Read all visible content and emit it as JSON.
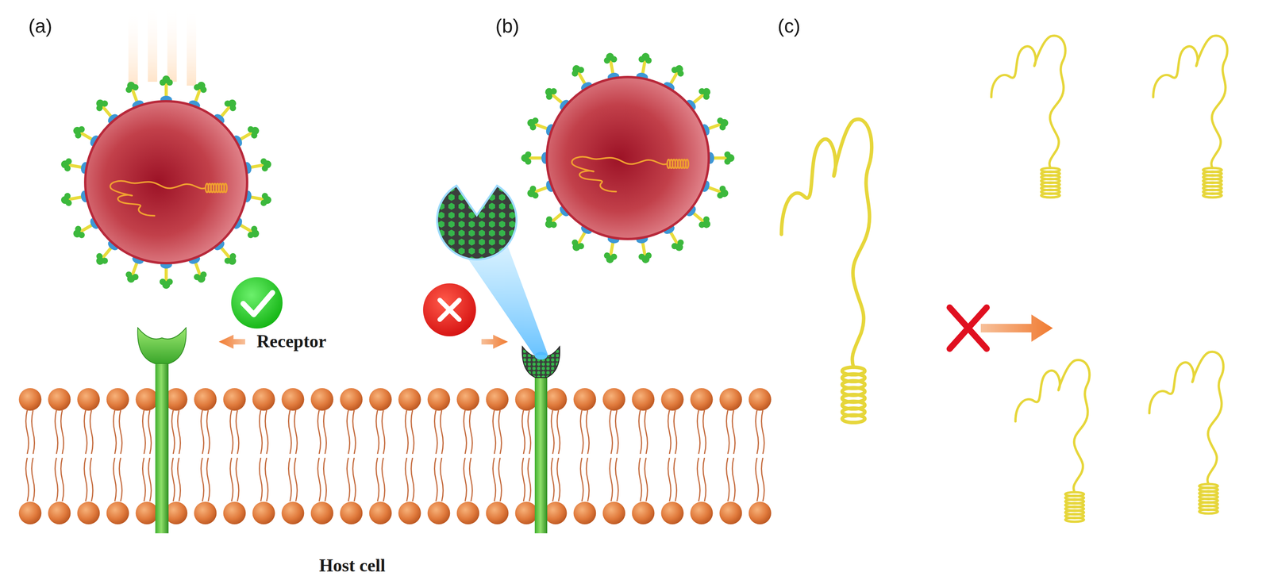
{
  "diagram": {
    "labels": [
      "(a)",
      "(b)",
      "(c)",
      "Receptor",
      "Host cell"
    ]
  }
}
